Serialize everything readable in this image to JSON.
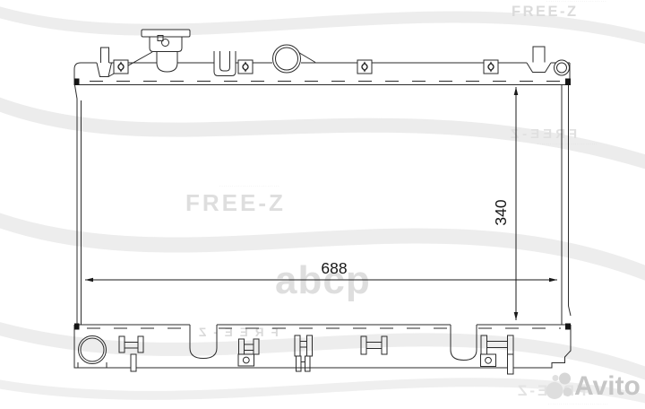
{
  "diagram": {
    "dimensions": {
      "width": "688",
      "height": "340"
    }
  },
  "watermarks": {
    "brand": "FREE-Z",
    "parts_store": "abcp",
    "micro_text": "·····························"
  },
  "marketplace_logo": {
    "label": "Avito"
  },
  "colors": {
    "drawing_line": "#2b2b2b",
    "dimension_text": "#151515",
    "watermark_light_gray": "#dcdcdc",
    "avito_gray": "#c6c6c6",
    "background": "#ffffff"
  }
}
